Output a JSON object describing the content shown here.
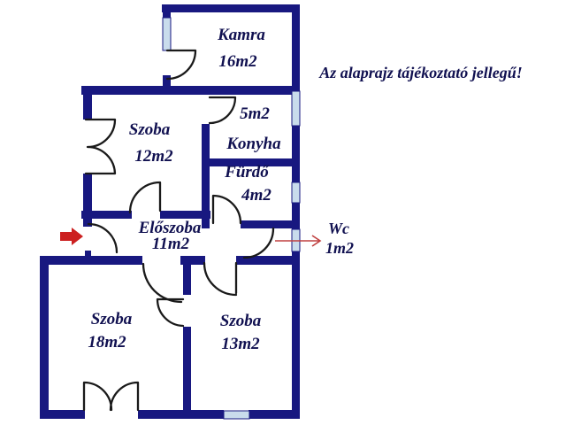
{
  "disclaimer": "Az alaprajz tájékoztató jellegű!",
  "rooms": [
    {
      "id": "kamra",
      "name": "Kamra",
      "area": "16m2"
    },
    {
      "id": "szoba-12",
      "name": "Szoba",
      "area": "12m2"
    },
    {
      "id": "konyha",
      "name": "Konyha",
      "area": "5m2"
    },
    {
      "id": "furdo",
      "name": "Fürdő",
      "area": "4m2"
    },
    {
      "id": "eloszoba",
      "name": "Előszoba",
      "area": "11m2"
    },
    {
      "id": "wc",
      "name": "Wc",
      "area": "1m2"
    },
    {
      "id": "szoba-18",
      "name": "Szoba",
      "area": "18m2"
    },
    {
      "id": "szoba-13",
      "name": "Szoba",
      "area": "13m2"
    }
  ],
  "colors": {
    "wall": "#181880",
    "window_fill": "#c9dcec",
    "door_line": "#1a1a1a",
    "entrance_arrow": "#cc2020",
    "wc_arrow": "#c04040",
    "label_text": "#101050",
    "background": "#ffffff"
  }
}
